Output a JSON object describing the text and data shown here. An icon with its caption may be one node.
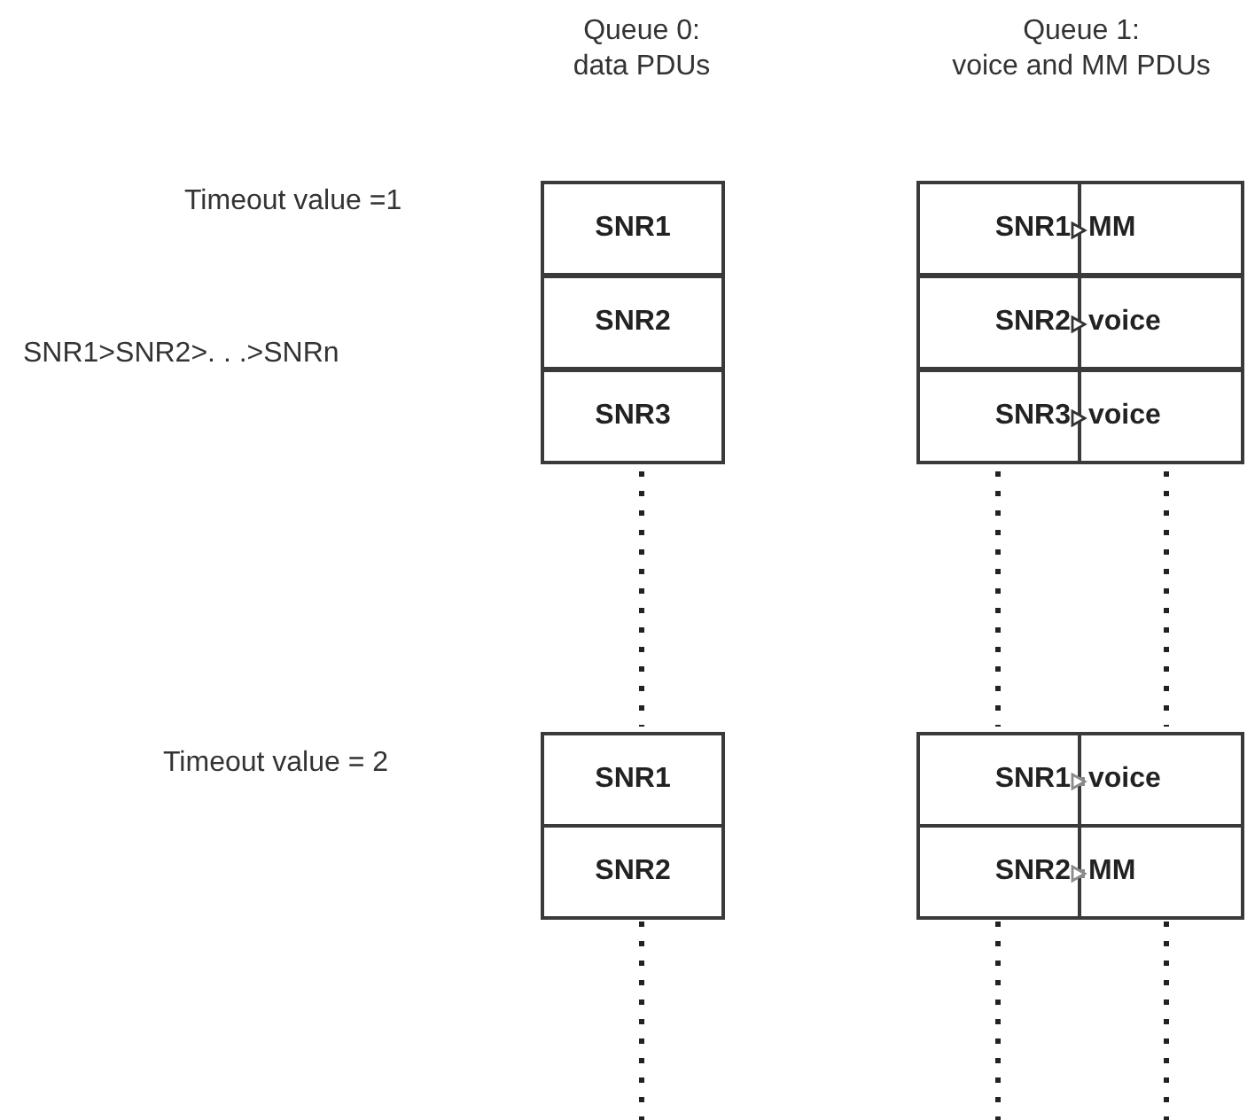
{
  "diagram": {
    "nodes": [
      {
        "text": [
          "SNR1"
        ]
      },
      {
        "text": [
          "SNR1"
        ]
      },
      {
        "text": [
          "MM"
        ]
      },
      {
        "text": [
          "SNR2"
        ]
      },
      {
        "text": [
          "SNR2"
        ]
      },
      {
        "text": [
          "voice"
        ]
      },
      {
        "text": [
          "SNR3"
        ]
      },
      {
        "text": [
          "SNR3"
        ]
      },
      {
        "text": [
          "voice"
        ]
      },
      {
        "text": [
          "SNR1"
        ]
      },
      {
        "text": [
          "SNR1"
        ]
      },
      {
        "text": [
          "voice"
        ]
      },
      {
        "text": [
          "SNR2"
        ]
      },
      {
        "text": [
          "SNR2"
        ]
      },
      {
        "text": [
          "MM"
        ]
      }
    ],
    "edges": [
      {
        "from": 1,
        "to": 2,
        "arrow": "to"
      },
      {
        "from": 4,
        "to": 5,
        "arrow": "to"
      },
      {
        "from": 7,
        "to": 8,
        "arrow": "to"
      },
      {
        "from": 10,
        "to": 11,
        "arrow": "to",
        "style": "thick",
        "color": "#8a8a8a"
      },
      {
        "from": 13,
        "to": 14,
        "arrow": "to",
        "style": "thick",
        "color": "#8a8a8a"
      }
    ],
    "labels": [
      "Queue 0: data PDUs",
      "Queue 1: voice and MM PDUs",
      "Timeout value =1",
      "SNR1>SNR2>. . .>SNRn",
      "Timeout value = 2"
    ]
  }
}
